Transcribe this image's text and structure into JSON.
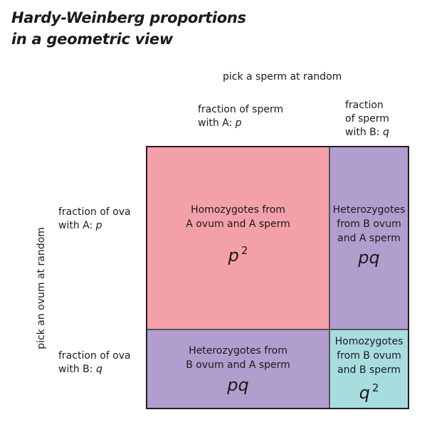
{
  "title": {
    "line1": "Hardy-Weinberg proportions",
    "line2": "in a geometric view"
  },
  "axes": {
    "sperm_axis": "pick a sperm at random",
    "ovum_axis": "pick an ovum at random"
  },
  "columns": {
    "a": {
      "line1": "fraction of sperm",
      "line2_prefix": "with A: ",
      "var": "p"
    },
    "b": {
      "line1": "fraction",
      "line2": "of sperm",
      "line3_prefix": "with B: ",
      "var": "q"
    }
  },
  "rows": {
    "a": {
      "line1": "fraction of ova",
      "line2_prefix": "with A: ",
      "var": "p"
    },
    "b": {
      "line1": "fraction of ova",
      "line2_prefix": "with B: ",
      "var": "q"
    }
  },
  "cells": {
    "aa": {
      "lines": [
        "Homozygotes from",
        "A ovum and A sperm"
      ],
      "symbol": "p",
      "exp": "2",
      "color": "#f4a0a8"
    },
    "ab": {
      "lines": [
        "Heterozygotes",
        "from B ovum",
        "and A sperm"
      ],
      "symbol": "pq",
      "color": "#b19ecf"
    },
    "ba": {
      "lines": [
        "Heterozygotes from",
        "B ovum and A sperm"
      ],
      "symbol": "pq",
      "color": "#b19ecf"
    },
    "bb": {
      "lines": [
        "Homozygotes",
        "from B ovum",
        "and B sperm"
      ],
      "symbol": "q",
      "exp": "2",
      "color": "#a8dde0"
    }
  }
}
